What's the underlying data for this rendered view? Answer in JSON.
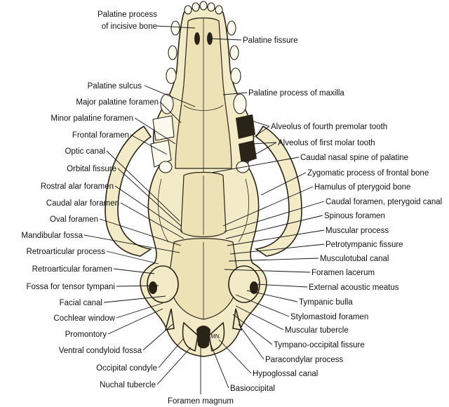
{
  "labels_left": [
    "Palatine process",
    "of incisive bone",
    "Palatine sulcus",
    "Major palatine foramen",
    "Minor palatine foramen",
    "Frontal foramen",
    "Optic canal",
    "Orbital fissure",
    "Rostral alar foramen",
    "Caudal alar foramen",
    "Oval foramen",
    "Mandibular fossa",
    "Retroarticular process",
    "Retroarticular foramen",
    "Fossa for tensor tympani",
    "Facial canal",
    "Cochlear window",
    "Promontory",
    "Ventral condyloid fossa",
    "Occipital condyle",
    "Nuchal tubercle",
    "Foramen magnum"
  ],
  "labels_right": [
    "Palatine fissure",
    "Palatine process of maxilla",
    "Alveolus of fourth premolar tooth",
    "Alveolus of first molar tooth",
    "Caudal nasal spine of palatine",
    "Zygomatic process of frontal bone",
    "Hamulus of pterygoid bone",
    "Caudal foramen, pterygoid canal",
    "Spinous foramen",
    "Muscular process",
    "Petrotympanic fissure",
    "Musculotubal canal",
    "Foramen lacerum",
    "External acoustic meatus",
    "Tympanic bulla",
    "Stylomastoid foramen",
    "Muscular tubercle",
    "Tympano-occipital fissure",
    "Paracondylar process",
    "Hypoglossal canal",
    "Basioccipital"
  ],
  "signature": "MN."
}
